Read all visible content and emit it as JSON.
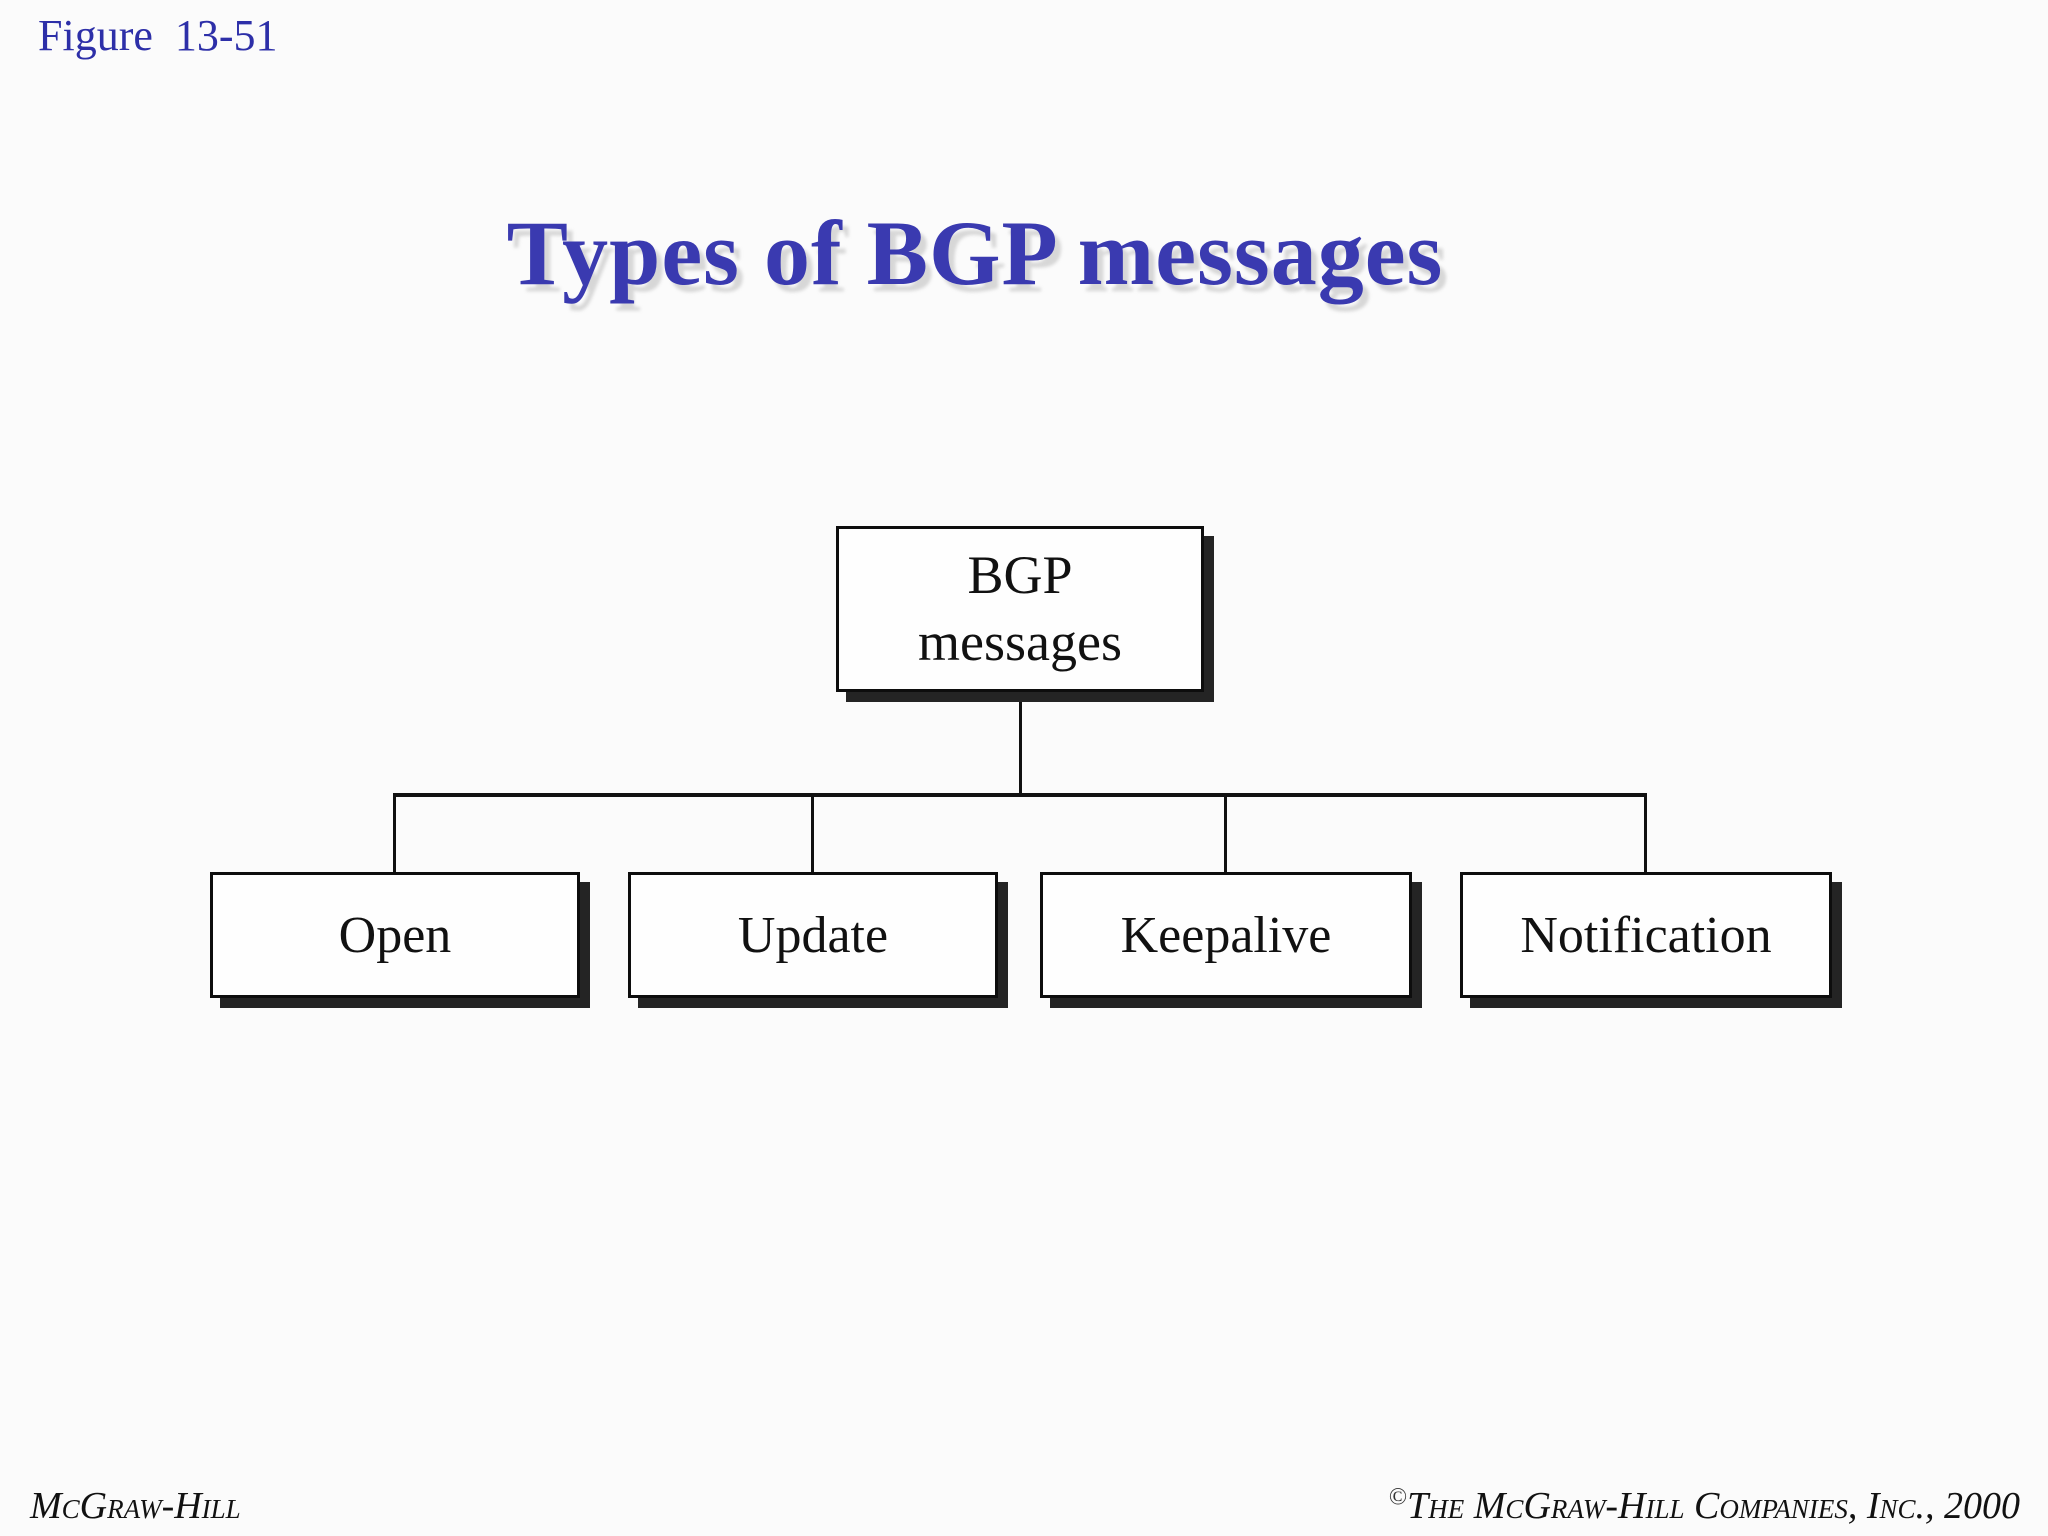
{
  "figure_label": "Figure  13-51",
  "title": "Types of BGP messages",
  "diagram": {
    "root": {
      "label": "BGP\nmessages"
    },
    "children": [
      {
        "label": "Open"
      },
      {
        "label": "Update"
      },
      {
        "label": "Keepalive"
      },
      {
        "label": "Notification"
      }
    ]
  },
  "footer": {
    "left": "McGraw-Hill",
    "copyright_symbol": "©",
    "right": "The McGraw-Hill Companies, Inc., 2000"
  },
  "colors": {
    "accent_blue": "#3a3ab0",
    "figure_label_blue": "#2d2fa8",
    "line": "#111111",
    "box_shadow": "#242424",
    "background": "#fbfbfb"
  }
}
